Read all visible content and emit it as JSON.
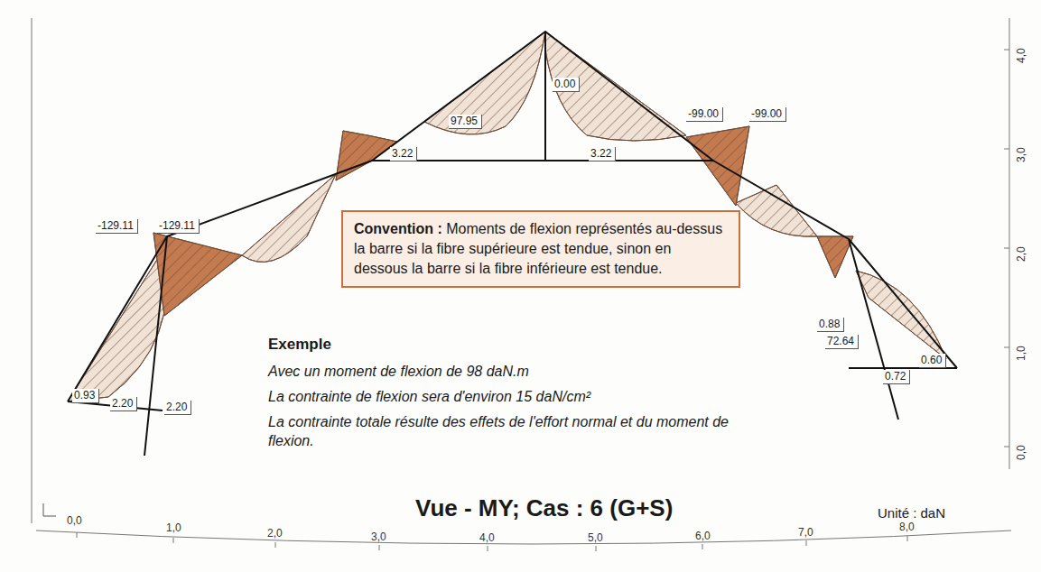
{
  "diagram": {
    "title": "Vue - MY; Cas : 6 (G+S)",
    "nodes": [
      {
        "text": [
          "Convention :",
          "Moments de flexion représentés au-dessus la barre si la fibre supérieure est tendue, sinon en dessous la barre si la fibre inférieure est tendue."
        ]
      }
    ],
    "labels": [
      "-129.11",
      "-129.11",
      "97.95",
      "0.00",
      "-99.00",
      "-99.00",
      "3.22",
      "3.22",
      "0.93",
      "2.20",
      "2.20",
      "0.88",
      "72.64",
      "0.72",
      "0.60",
      "Exemple",
      "Avec un moment de flexion de 98 daN.m",
      "La contrainte de flexion sera d'environ 15 daN/cm²",
      "La contrainte totale résulte des effets de l'effort normal et du moment de flexion.",
      "Unité : daN",
      "0,0",
      "1,0",
      "2,0",
      "3,0",
      "4,0",
      "5,0",
      "6,0",
      "7,0",
      "8,0",
      "0,0",
      "1,0",
      "2,0",
      "3,0",
      "4,0"
    ]
  }
}
